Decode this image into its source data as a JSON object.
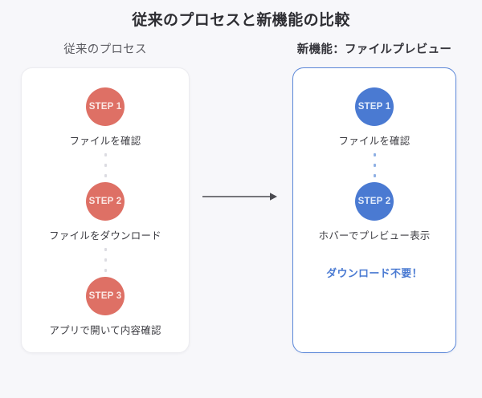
{
  "title": "従来のプロセスと新機能の比較",
  "colors": {
    "page_background": "#f7f7fa",
    "legacy_accent": "#de7065",
    "feature_accent": "#4a7ad2",
    "feature_border": "#5b87d8",
    "arrow": "#4a4a50"
  },
  "legacy": {
    "header": "従来のプロセス",
    "steps": [
      {
        "badge": "STEP 1",
        "label": "ファイルを確認"
      },
      {
        "badge": "STEP 2",
        "label": "ファイルをダウンロード"
      },
      {
        "badge": "STEP 3",
        "label": "アプリで開いて内容確認"
      }
    ]
  },
  "feature": {
    "header": "新機能：ファイルプレビュー",
    "steps": [
      {
        "badge": "STEP 1",
        "label": "ファイルを確認"
      },
      {
        "badge": "STEP 2",
        "label": "ホバーでプレビュー表示"
      }
    ],
    "highlight": "ダウンロード不要！"
  },
  "arrow": {
    "icon": "arrow-right-icon",
    "direction": "right"
  }
}
